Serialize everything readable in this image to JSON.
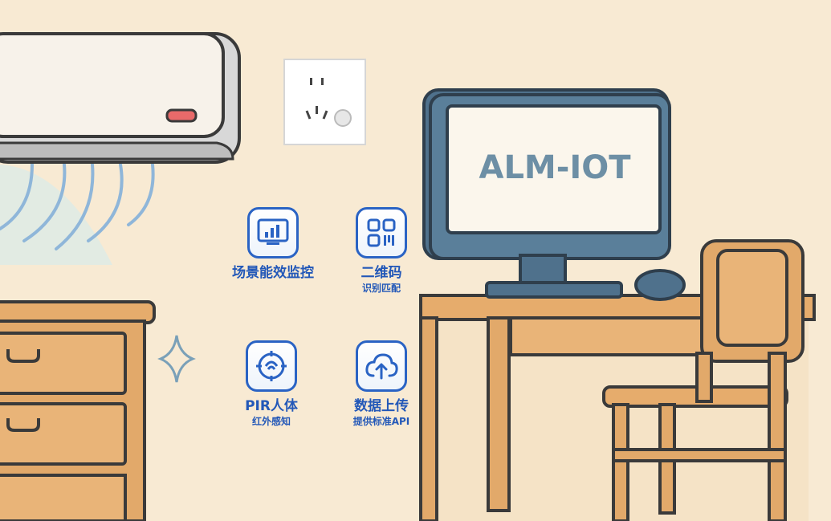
{
  "screen": {
    "label": "ALM-IOT"
  },
  "features": [
    {
      "title": "场景能效监控",
      "subtitle": "",
      "icon": "monitor-chart-icon"
    },
    {
      "title": "二维码",
      "subtitle": "识别匹配",
      "icon": "qr-code-icon"
    },
    {
      "title": "PIR人体",
      "subtitle": "红外感知",
      "icon": "pir-target-icon"
    },
    {
      "title": "数据上传",
      "subtitle": "提供标准API",
      "icon": "cloud-upload-icon"
    }
  ],
  "colors": {
    "background": "#f8ead3",
    "accent_blue": "#2358b8",
    "wood": "#e2a96a",
    "monitor_frame": "#5a7f9a",
    "screen_text": "#6d8fa5"
  }
}
